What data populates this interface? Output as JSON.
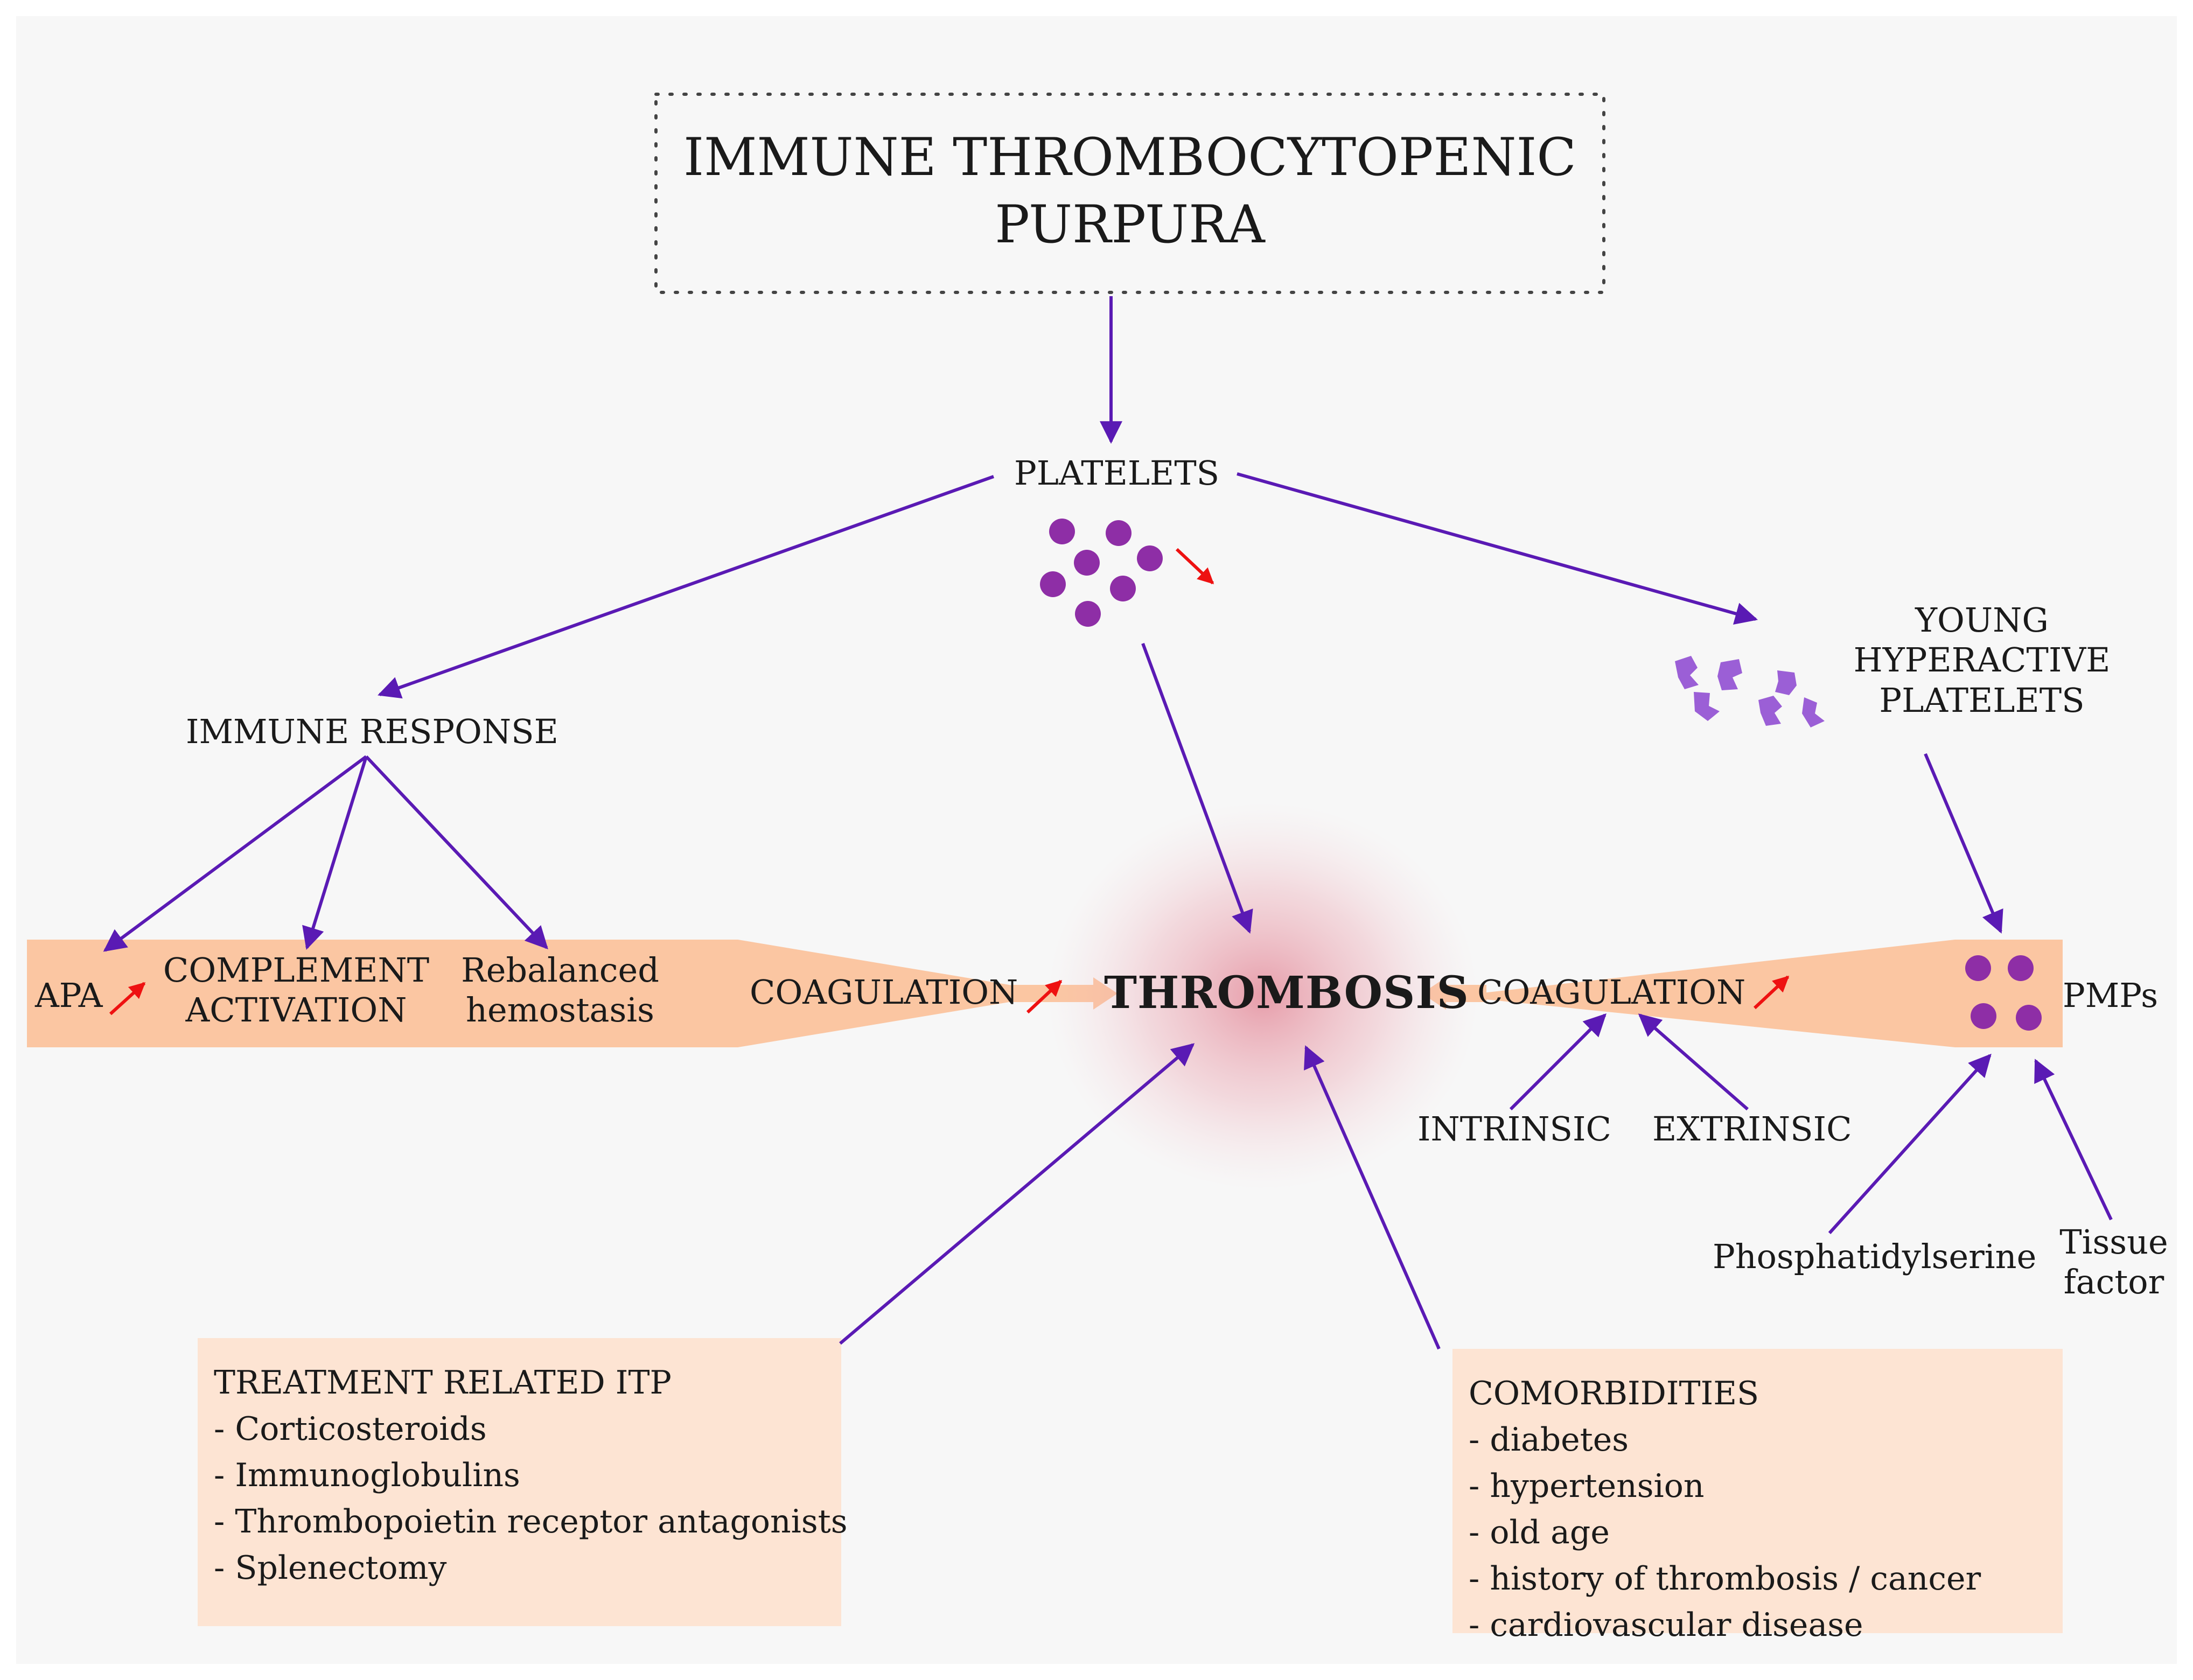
{
  "title": {
    "line1": "IMMUNE THROMBOCYTOPENIC",
    "line2": "PURPURA"
  },
  "nodes": {
    "platelets": "PLATELETS",
    "immune_response": "IMMUNE RESPONSE",
    "young_hyperactive": {
      "line1": "YOUNG",
      "line2": "HYPERACTIVE",
      "line3": "PLATELETS"
    },
    "apa": "APA",
    "complement": {
      "line1": "COMPLEMENT",
      "line2": "ACTIVATION"
    },
    "rebalanced": {
      "line1": "Rebalanced",
      "line2": "hemostasis"
    },
    "coagulation_left": "COAGULATION",
    "thrombosis": "THROMBOSIS",
    "coagulation_right": "COAGULATION",
    "pmps": "PMPs",
    "intrinsic": "INTRINSIC",
    "extrinsic": "EXTRINSIC",
    "phosphatidylserine": "Phosphatidylserine",
    "tissue_factor": {
      "line1": "Tissue",
      "line2": "factor"
    }
  },
  "treatment": {
    "title": "TREATMENT RELATED ITP",
    "items": [
      "- Corticosteroids",
      "- Immunoglobulins",
      "- Thrombopoietin receptor antagonists",
      "- Splenectomy"
    ]
  },
  "comorbidities": {
    "title": "COMORBIDITIES",
    "items": [
      "- diabetes",
      "- hypertension",
      "- old age",
      "- history of thrombosis / cancer",
      "- cardiovascular disease"
    ]
  },
  "colors": {
    "arrow": "#5a1ab4",
    "increase_arrow": "#ee1111",
    "band": "#fbc6a2",
    "box": "#fde4d3",
    "platelet": "#8e2ea6",
    "young_platelet": "#9b5fd6",
    "glow": "#e07a8a",
    "background": "#f7f7f7"
  }
}
